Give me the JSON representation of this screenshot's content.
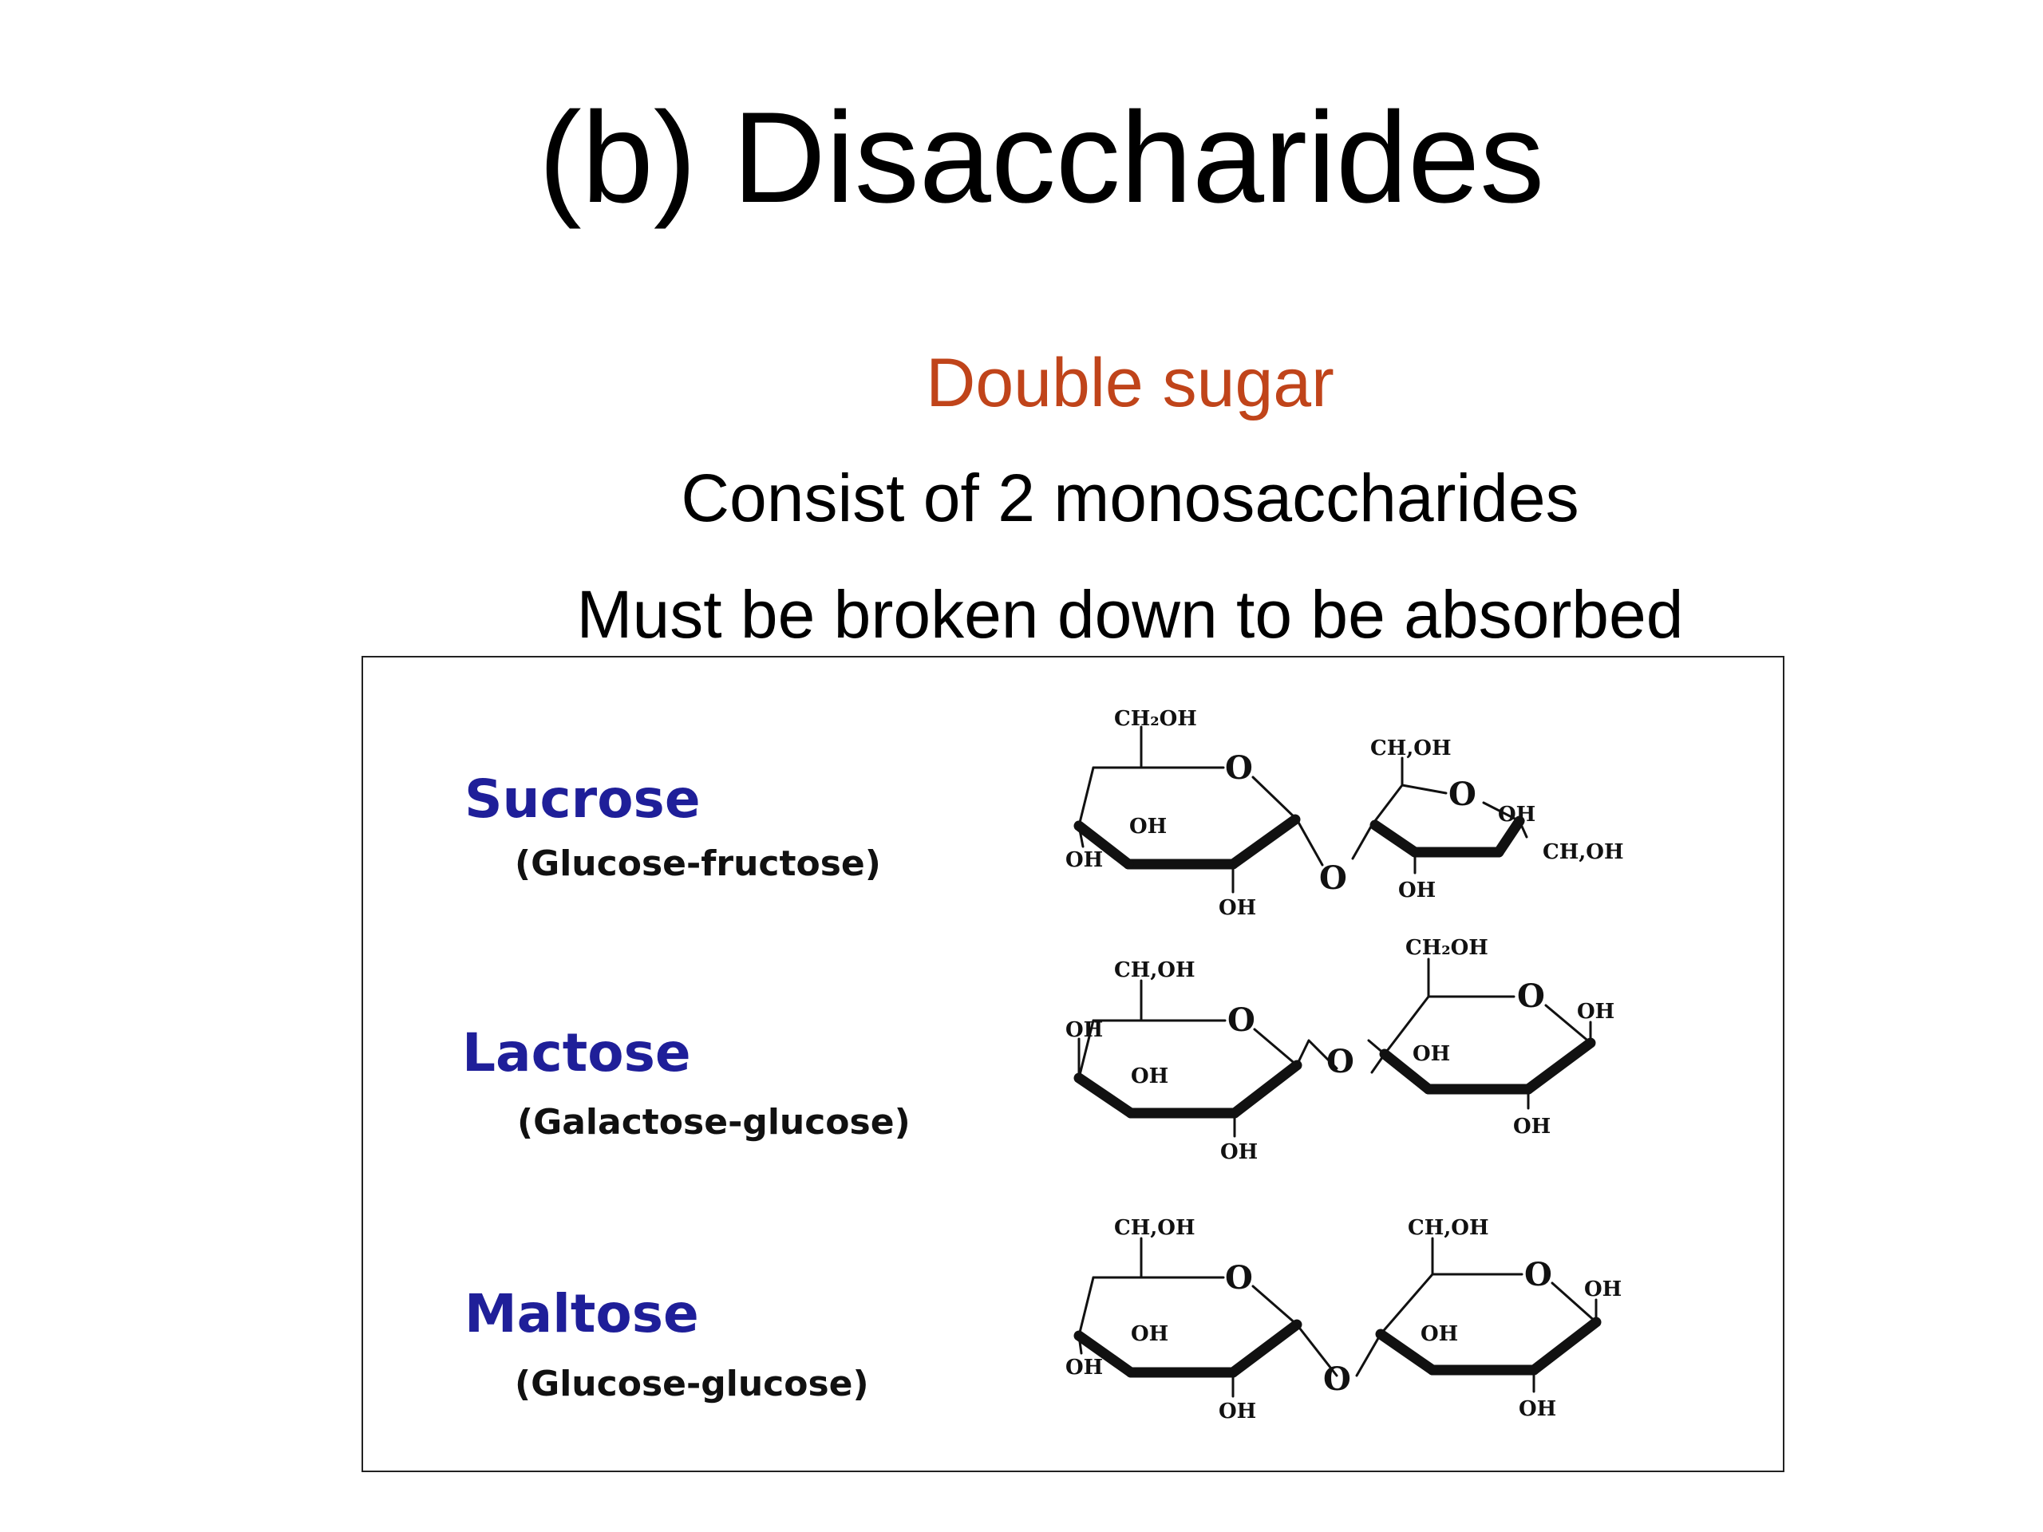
{
  "slide": {
    "title": "(b) Disaccharides",
    "subtitle": "Double sugar",
    "lines": [
      "Consist of 2 monosaccharides",
      "Must be broken down to be absorbed"
    ],
    "accent_color": "#c0441a",
    "name_color": "#1f1f99"
  },
  "disaccharides": [
    {
      "name": "Sucrose",
      "composition": "(Glucose-fructose)"
    },
    {
      "name": "Lactose",
      "composition": "(Galactose-glucose)"
    },
    {
      "name": "Maltose",
      "composition": "(Glucose-glucose)"
    }
  ],
  "labels": {
    "ch2oh": "CH₂OH",
    "ch2oh_alt": "CH,OH",
    "oh": "OH",
    "o": "O"
  }
}
